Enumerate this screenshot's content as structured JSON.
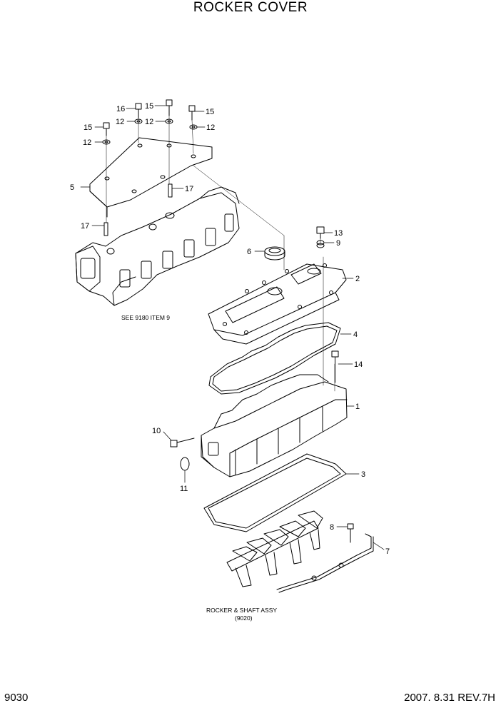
{
  "title": "ROCKER COVER",
  "page_number": "9030",
  "revision": "2007. 8.31  REV.7H",
  "callouts": [
    "1",
    "2",
    "3",
    "4",
    "5",
    "6",
    "7",
    "8",
    "9",
    "10",
    "11",
    "12",
    "13",
    "14",
    "15",
    "16",
    "17"
  ],
  "notes": {
    "manifold": "SEE 9180 ITEM 9",
    "rocker_line1": "ROCKER & SHAFT ASSY",
    "rocker_line2": "(9020)"
  }
}
